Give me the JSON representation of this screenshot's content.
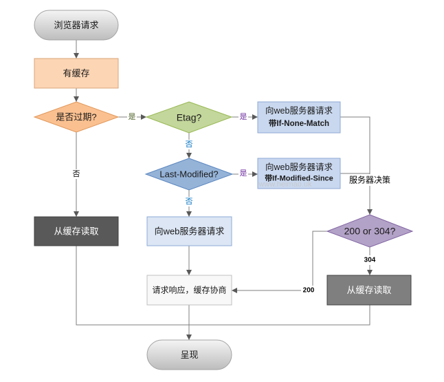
{
  "nodes": {
    "start": {
      "label": "浏览器请求"
    },
    "has_cache": {
      "label": "有缓存"
    },
    "expired": {
      "label": "是否过期?"
    },
    "etag": {
      "label": "Etag?"
    },
    "last_modified": {
      "label": "Last-Modified?"
    },
    "request_if_none_match": {
      "line1": "向web服务器请求",
      "line2": "带If-None-Match"
    },
    "request_if_modified_since": {
      "line1": "向web服务器请求",
      "line2": "带If-Modified-Since"
    },
    "request_server": {
      "label": "向web服务器请求"
    },
    "status_check": {
      "label": "200 or 304?"
    },
    "read_cache_left": {
      "label": "从缓存读取"
    },
    "read_cache_right": {
      "label": "从缓存读取"
    },
    "response_negotiate": {
      "label": "请求响应，缓存协商"
    },
    "render": {
      "label": "呈现"
    }
  },
  "edges": {
    "expired_yes": "是",
    "expired_no": "否",
    "etag_yes": "是",
    "etag_no": "否",
    "last_modified_yes": "是",
    "last_modified_no": "否",
    "server_decision": "服务器决策",
    "status_304": "304",
    "status_200": "200"
  },
  "watermark": "www.heimao.uk",
  "colors": {
    "pill_top": "#f4f4f4",
    "pill_bottom": "#bdbdbd",
    "has_cache": "#fcd5b4",
    "expired": "#fac090",
    "etag": "#c3d69b",
    "last_modified": "#95b3d7",
    "request_right": "#c9d8ef",
    "request_middle": "#dce6f4",
    "status_check": "#b3a2c7",
    "read_cache_left": "#595959",
    "read_cache_right": "#7f7f7f",
    "response": "#f8f8f8",
    "yes_green": "#4f6228",
    "yes_purple": "#7030a0",
    "no_blue": "#0070c0",
    "label_black": "#000000"
  }
}
